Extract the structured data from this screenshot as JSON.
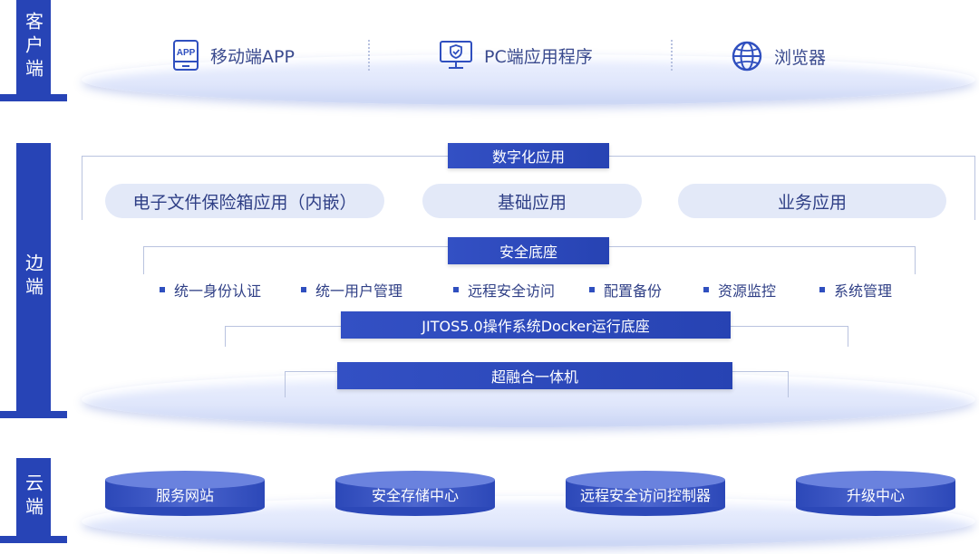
{
  "layers": {
    "client": "客户端",
    "edge": "边端",
    "cloud": "云端"
  },
  "client": {
    "items": [
      {
        "label": "移动端APP",
        "icon": "app-icon",
        "icon_text": "APP"
      },
      {
        "label": "PC端应用程序",
        "icon": "monitor-shield-icon"
      },
      {
        "label": "浏览器",
        "icon": "globe-icon"
      }
    ]
  },
  "edge": {
    "digital_apps": {
      "title": "数字化应用",
      "items": [
        "电子文件保险箱应用（内嵌）",
        "基础应用",
        "业务应用"
      ]
    },
    "security_base": {
      "title": "安全底座",
      "features": [
        "统一身份认证",
        "统一用户管理",
        "远程安全访问",
        "配置备份",
        "资源监控",
        "系统管理"
      ]
    },
    "os_bar": "JITOS5.0操作系统Docker运行底座",
    "hardware_bar": "超融合一体机"
  },
  "cloud": {
    "items": [
      "服务网站",
      "安全存储中心",
      "远程安全访问控制器",
      "升级中心"
    ]
  },
  "colors": {
    "primary": "#2744b6",
    "pill_bg": "#e3e9f8",
    "text": "#2f3f86"
  }
}
